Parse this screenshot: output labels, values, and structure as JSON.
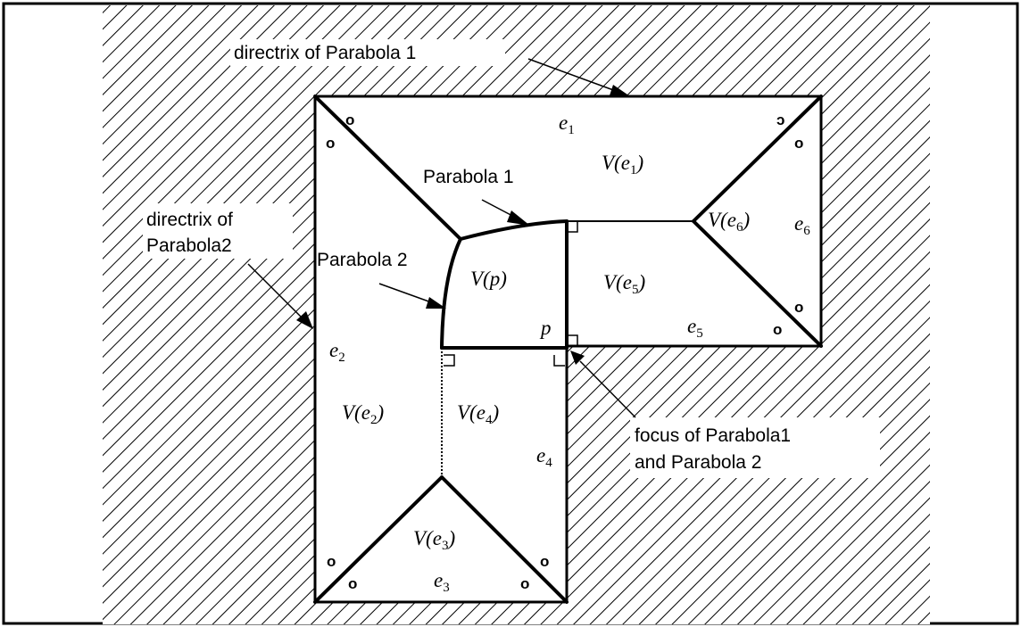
{
  "labels": {
    "directrix_p1": "directrix of Parabola 1",
    "directrix_p2_line1": "directrix of",
    "directrix_p2_line2": "Parabola2",
    "parabola1": "Parabola 1",
    "parabola2": "Parabola 2",
    "focus_line1": "focus of Parabola1",
    "focus_line2": "and Parabola 2"
  },
  "regions": {
    "v_e1": {
      "prefix": "V(",
      "var": "e",
      "sub": "1",
      "suffix": ")"
    },
    "v_e2": {
      "prefix": "V(",
      "var": "e",
      "sub": "2",
      "suffix": ")"
    },
    "v_e3": {
      "prefix": "V(",
      "var": "e",
      "sub": "3",
      "suffix": ")"
    },
    "v_e4": {
      "prefix": "V(",
      "var": "e",
      "sub": "4",
      "suffix": ")"
    },
    "v_e5": {
      "prefix": "V(",
      "var": "e",
      "sub": "5",
      "suffix": ")"
    },
    "v_e6": {
      "prefix": "V(",
      "var": "e",
      "sub": "6",
      "suffix": ")"
    },
    "v_p": "V(p)"
  },
  "edges": {
    "e1": {
      "var": "e",
      "sub": "1"
    },
    "e2": {
      "var": "e",
      "sub": "2"
    },
    "e3": {
      "var": "e",
      "sub": "3"
    },
    "e4": {
      "var": "e",
      "sub": "4"
    },
    "e5": {
      "var": "e",
      "sub": "5"
    },
    "e6": {
      "var": "e",
      "sub": "6"
    }
  },
  "point_p": "p",
  "corner_marks": {
    "tl_a": "o",
    "tl_b": "o",
    "tr_a": "ɔ",
    "tr_b": "o",
    "br_a": "o",
    "br_b": "o",
    "bl_a": "o",
    "bl_b": "o",
    "bm_a": "o",
    "bm_b": "o"
  }
}
